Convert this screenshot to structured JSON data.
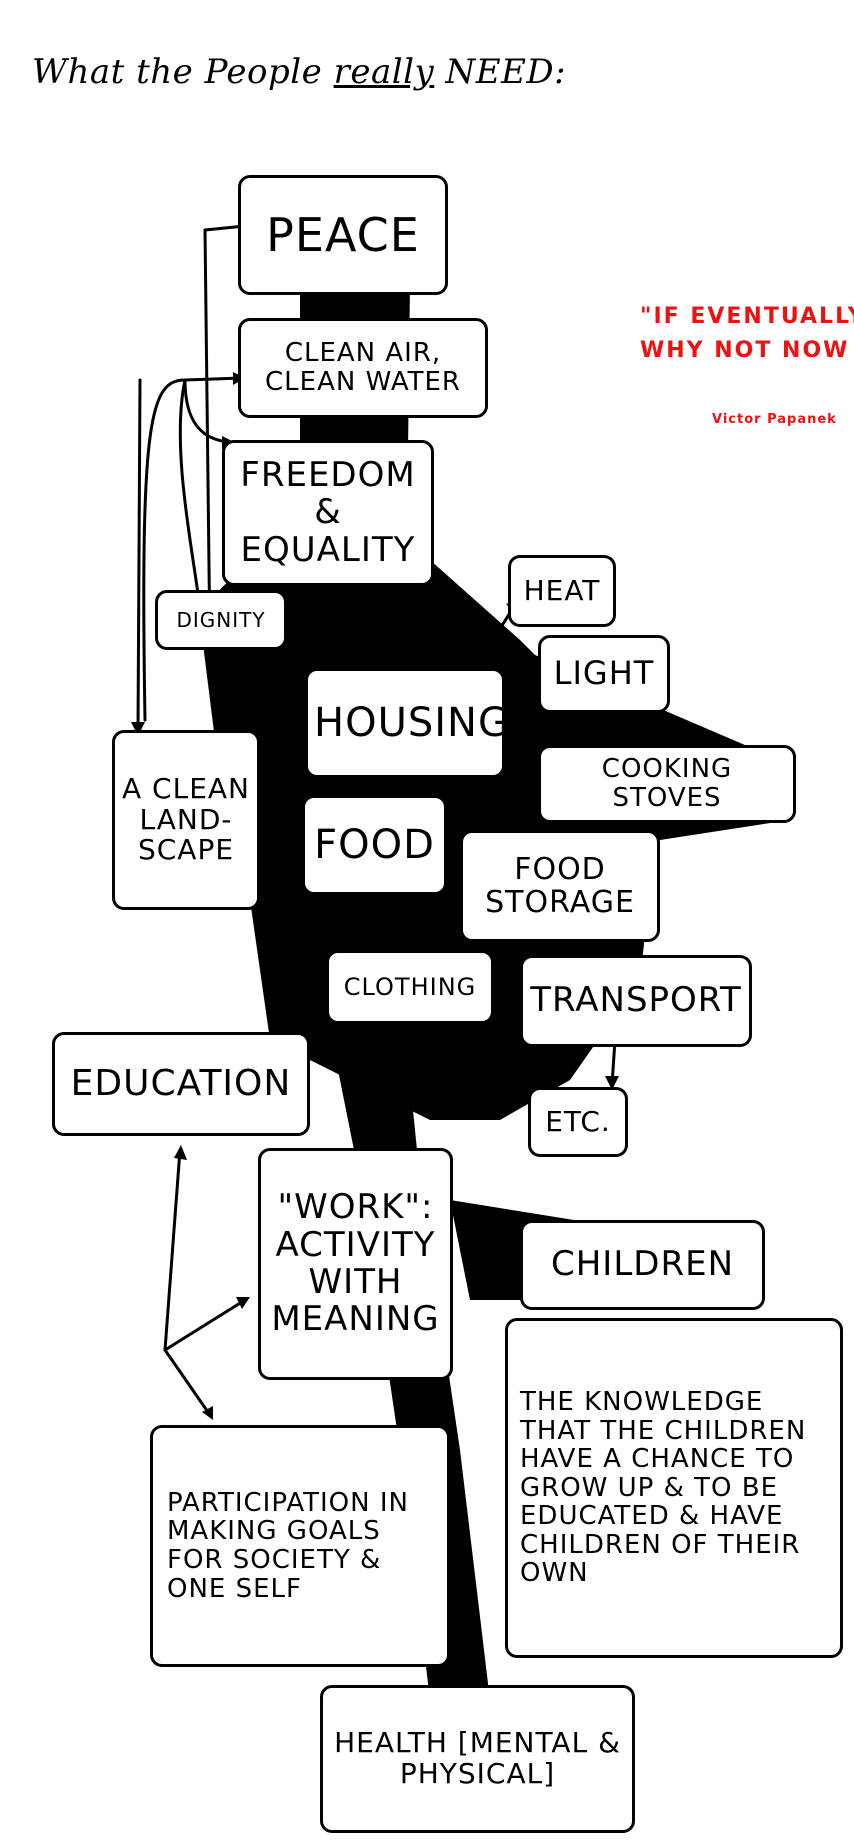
{
  "heading": "What the People really NEED:",
  "heading_emphasis": "really",
  "quote": {
    "line1": "\"IF EVENTUALLY",
    "line2": "WHY NOT NOW",
    "author": "Victor Papanek"
  },
  "nodes": {
    "peace": "PEACE",
    "clean_air_water": "CLEAN AIR, CLEAN WATER",
    "freedom_equality": "FREEDOM & EQUALITY",
    "dignity": "DIGNITY",
    "clean_landscape": "A CLEAN LAND-SCAPE",
    "housing": "HOUSING",
    "heat": "HEAT",
    "light": "LIGHT",
    "cooking_stoves": "COOKING STOVES",
    "food": "FOOD",
    "food_storage": "FOOD STORAGE",
    "clothing": "CLOTHING",
    "transport": "TRANSPORT",
    "etc": "ETC.",
    "education": "EDUCATION",
    "work": "\"WORK\": ACTIVITY WITH MEANING",
    "children": "CHILDREN",
    "children_knowledge": "THE KNOWLEDGE THAT THE CHILDREN HAVE A CHANCE TO GROW UP & TO BE EDUCATED & HAVE CHILDREN OF THEIR OWN",
    "participation": "PARTICIPATION IN MAKING GOALS FOR SOCIETY & ONE SELF",
    "health": "HEALTH [MENTAL & PHYSICAL]"
  },
  "colors": {
    "ink": "#000000",
    "quote": "#ee1111",
    "paper": "#ffffff"
  }
}
